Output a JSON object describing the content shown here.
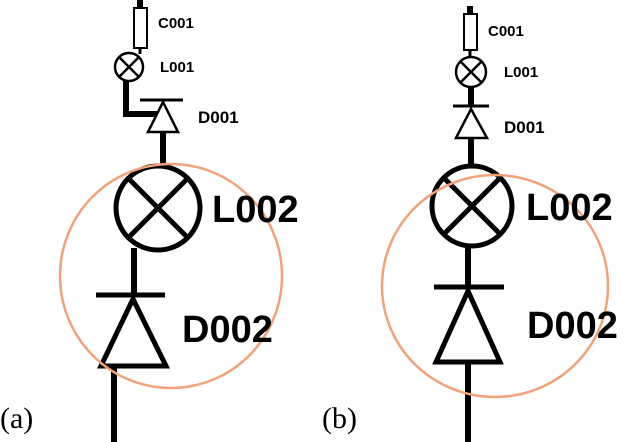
{
  "panels": [
    {
      "caption": "(a)",
      "components": {
        "capacitor": "C001",
        "lamp_small": "L001",
        "diode_small": "D001",
        "lamp_large": "L002",
        "diode_large": "D002"
      }
    },
    {
      "caption": "(b)",
      "components": {
        "capacitor": "C001",
        "lamp_small": "L001",
        "diode_small": "D001",
        "lamp_large": "L002",
        "diode_large": "D002"
      }
    }
  ],
  "colors": {
    "wire": "#000000",
    "highlight_circle": "#f0a37b",
    "background": "#ffffff"
  }
}
